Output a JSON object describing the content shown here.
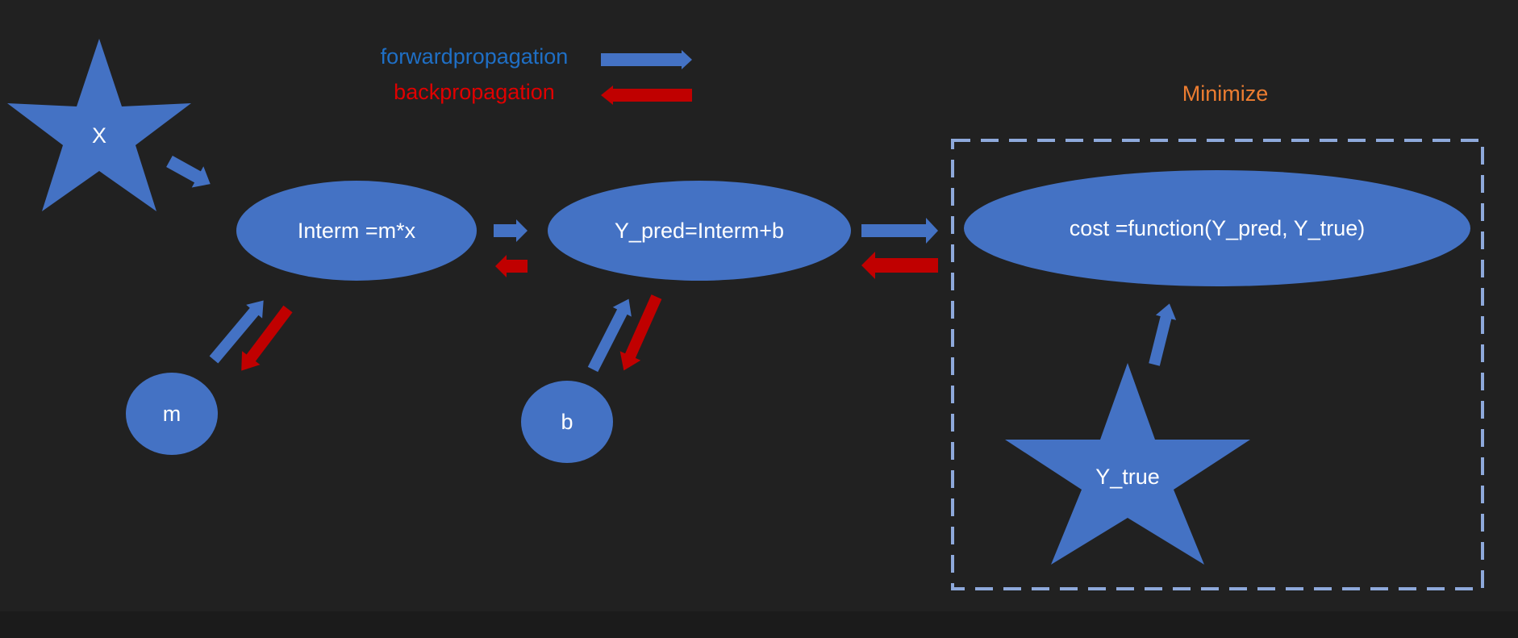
{
  "legend": {
    "forward_label": "forwardpropagation",
    "backward_label": "backpropagation"
  },
  "region": {
    "label": "Minimize"
  },
  "nodes": {
    "x": "X",
    "m": "m",
    "b": "b",
    "interm": "Interm =m*x",
    "ypred": "Y_pred=Interm+b",
    "cost": "cost =function(Y_pred, Y_true)",
    "ytrue": "Y_true"
  },
  "colors": {
    "background": "#212121",
    "node_fill": "#4472C4",
    "forward": "#4472C4",
    "backward": "#C00000",
    "forward_text": "#1F6FC5",
    "backward_text": "#E00000",
    "minimize_text": "#ED7D31",
    "region_border": "#8EA9DB",
    "bottom_strip": "#1B1B1B"
  }
}
